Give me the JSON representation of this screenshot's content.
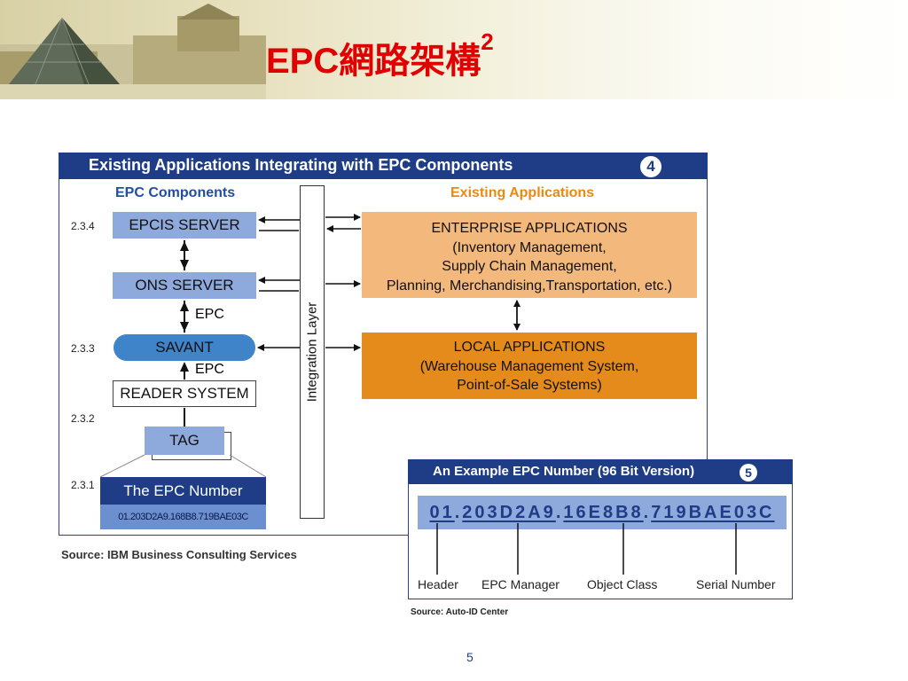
{
  "slide": {
    "title_main": "EPC網路架構",
    "title_sup": "2",
    "page_number": "5"
  },
  "diagram": {
    "title": "Existing Applications Integrating with EPC Components",
    "badge": "4",
    "col_left": "EPC Components",
    "col_right": "Existing Applications",
    "sections": [
      "2.3.4",
      "2.3.3",
      "2.3.2",
      "2.3.1"
    ],
    "components": {
      "epcis": "EPCIS SERVER",
      "ons": "ONS SERVER",
      "savant": "SAVANT",
      "reader": "READER SYSTEM",
      "tag": "TAG"
    },
    "arrow_labels": [
      "EPC",
      "EPC"
    ],
    "epc_number_title": "The EPC Number",
    "epc_number_value": "01.203D2A9.168B8.719BAE03C",
    "integration_layer": "Integration Layer",
    "enterprise": {
      "title": "ENTERPRISE APPLICATIONS",
      "lines": [
        "(Inventory Management,",
        "Supply Chain Management,",
        "Planning, Merchandising,Transportation, etc.)"
      ]
    },
    "local": {
      "title": "LOCAL APPLICATIONS",
      "lines": [
        "(Warehouse Management System,",
        "Point-of-Sale Systems)"
      ]
    },
    "source": "Source: IBM Business Consulting Services"
  },
  "example": {
    "title": "An Example EPC Number (96 Bit Version)",
    "badge": "5",
    "segments": [
      "01",
      "203D2A9",
      "16E8B8",
      "719BAE03C"
    ],
    "separator": ".",
    "fields": [
      "Header",
      "EPC Manager",
      "Object Class",
      "Serial Number"
    ],
    "source": "Source: Auto-ID Center"
  }
}
